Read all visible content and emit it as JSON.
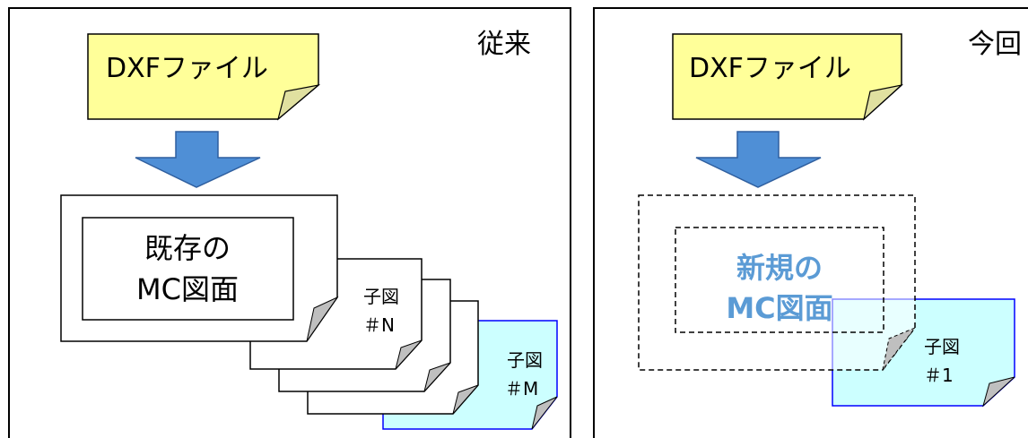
{
  "colors": {
    "frame_bg": "#ffffff",
    "frame_border": "#000000",
    "note_yellow": "#ffff99",
    "note_cyan": "#ccffff",
    "note_cyan_border": "#0000ff",
    "arrow_fill": "#4f8fd6",
    "arrow_border": "#2f5f9f",
    "fold_fill": "#bfbfbf",
    "new_text": "#5b9bd5"
  },
  "left_panel": {
    "tag": "従来",
    "source_note": "DXFファイル",
    "main_doc": {
      "line1": "既存の",
      "line2": "MC図面"
    },
    "child_n": {
      "line1": "子図",
      "line2": "＃N"
    },
    "child_m": {
      "line1": "子図",
      "line2": "＃M"
    }
  },
  "right_panel": {
    "tag": "今回",
    "source_note": "DXFファイル",
    "main_doc": {
      "line1": "新規の",
      "line2": "MC図面"
    },
    "child_1": {
      "line1": "子図",
      "line2": "＃1"
    }
  }
}
